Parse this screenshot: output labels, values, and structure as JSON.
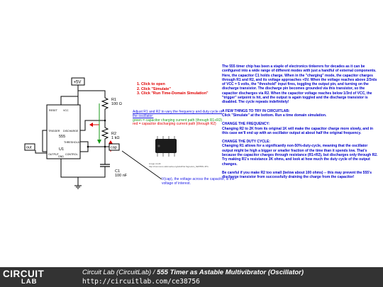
{
  "schematic": {
    "supply_label": "+5V",
    "out_label": "out",
    "cap_label": "cap",
    "r1_name": "R1",
    "r1_value": "100 Ω",
    "r2_name": "R2",
    "r2_value": "1 kΩ",
    "c1_name": "C1",
    "c1_value": "100 nF",
    "chip_name": "U1",
    "chip_part": "555",
    "pins": {
      "reset": "RESET",
      "vcc": "VCC",
      "trigger": "TRIGGER",
      "discharge": "DISCHARGE",
      "threshold": "THRESHOLD",
      "output": "OUTPUT",
      "gnd": "GND",
      "control": "CONTROL"
    }
  },
  "steps": [
    "1. Click to open",
    "2. Click \"Simulate\"",
    "3. Click \"Run Time-Domain Simulation\""
  ],
  "adjust_note": {
    "heading": "Adjust R1 and R2 to vary the frequency and duty cycle of the oscillator:",
    "green_line": "green = capacitor charging current path (through R1+R2)",
    "red_line": "red = capacitor discharging current path (through R2)"
  },
  "image_caption": "image credit: http://commons.wikimedia.org/wiki/File:Signetics_NE555N.JPG",
  "voltage_note": "V(cap), the voltage across the capacitor, is the voltage of interest.",
  "description": {
    "intro": "The 555 timer chip has been a staple of electronics tinkerers for decades as it can be configured into a wide range of different modes with just a handful of external components. Here, the capacitor C1 holds charge. When in the \"charging\" mode, the capacitor charges through R1 and R2, and its voltage approaches +5V. When the voltage reaches above 2/3rds of VCC = 5 volts, the \"threshold\" input fires, toggling the output pin, and turning on the discharge transistor. The discharge pin becomes grounded via this transistor, so the capacitor discharges via R2. When the capacitor voltage reaches below 1/3rd of VCC, the \"trigger\" setpoint is hit, and the output is again toggled and the discharge transistor is disabled. The cycle repeats indefinitely!",
    "try_heading": "A FEW THINGS TO TRY IN CIRCUITLAB:",
    "try_text": "Click \"Simulate\" at the bottom. Run a time domain simulation.",
    "freq_heading": "CHANGE THE FREQUENCY:",
    "freq_text": "Changing R2 to 2K from its original 1K will make the capacitor charge more slowly, and in this case we'll end up with an oscillator output at about half the original frequency.",
    "duty_heading": "CHANGE THE DUTY CYCLE:",
    "duty_text": "Changing R1 allows for a significantly non-50%-duty-cycle, meaning that the oscillator output might be high a bigger or smaller fraction of the time than it spends low. That's because the capacitor charges through resistance (R1+R2), but discharges only through R2. Try making R1's resistance 3K ohms, and look at how much the duty cycle of the output changes.",
    "warning": "Be careful if you make R2 too small (below about 100 ohms) -- this may prevent the 555's discharge transistor from successfully draining the charge from the capacitor!"
  },
  "footer": {
    "logo_top": "CIRCUIT",
    "logo_bottom": "LAB",
    "author": "Circuit Lab (CircuitLab)",
    "separator": " / ",
    "title": "555 Timer as Astable Multivibrator (Oscillator)",
    "url": "http://circuitlab.com/ce38756"
  },
  "colors": {
    "charge_path": "#1a9a1a",
    "discharge_path": "#e00000",
    "text_blue": "#0000cc",
    "footer_bg": "#333333"
  }
}
